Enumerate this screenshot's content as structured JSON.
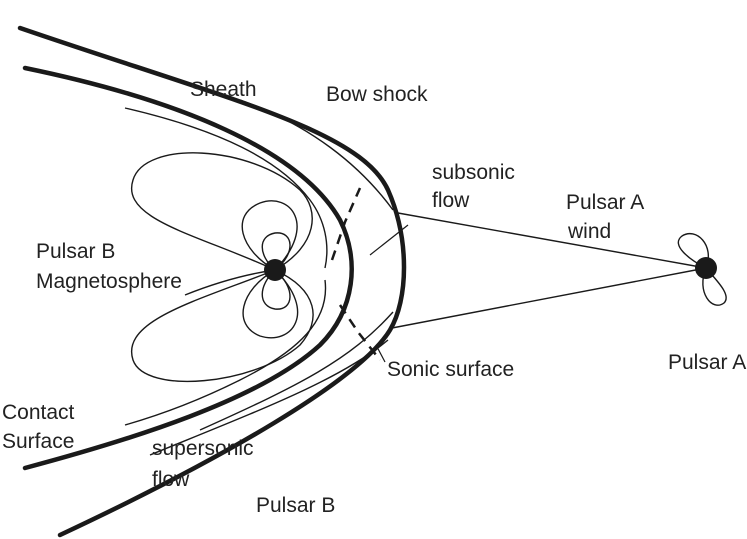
{
  "labels": {
    "sheath": "Sheath",
    "bow_shock": "Bow shock",
    "subsonic_line1": "subsonic",
    "subsonic_line2": "flow",
    "pulsar_a_wind_line1": "Pulsar A",
    "pulsar_a_wind_line2": "wind",
    "pulsar_b_mag_line1": "Pulsar B",
    "pulsar_b_mag_line2": "Magnetosphere",
    "sonic_surface": "Sonic surface",
    "pulsar_a": "Pulsar A",
    "contact_line1": "Contact",
    "contact_line2": "Surface",
    "supersonic_line1": "supersonic",
    "supersonic_line2": "flow",
    "pulsar_b": "Pulsar B"
  },
  "colors": {
    "ink": "#1a1a1a",
    "text": "#222222",
    "background": "#ffffff"
  }
}
